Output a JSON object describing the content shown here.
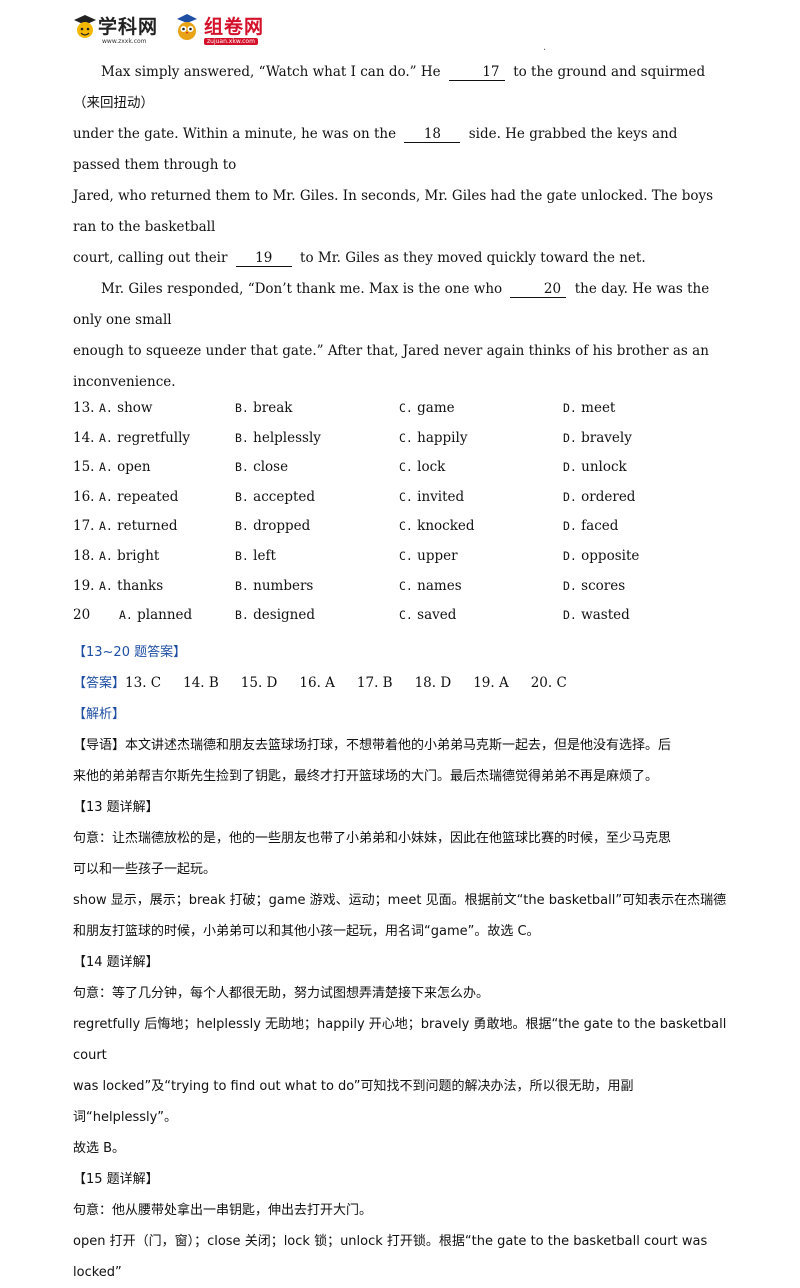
{
  "header": {
    "logo1_text": "学科网",
    "logo1_url": "www.zxxk.com",
    "logo2_text": "组卷网",
    "logo2_url": "zujuan.xkw.com",
    "mark": "."
  },
  "passage": {
    "p1_a": "Max simply answered, “Watch what I can do.” He",
    "blank17": "17",
    "p1_b": "to the ground and squirmed （来回扭动）",
    "p1_c": "under the gate. Within a minute, he was on the",
    "blank18": "18",
    "p1_d": "side. He grabbed the keys and passed them through to",
    "p1_e": "Jared, who returned them to Mr. Giles. In seconds, Mr. Giles had the gate unlocked. The boys ran to the basketball",
    "p1_f": "court, calling out their",
    "blank19": "19",
    "p1_g": "to Mr. Giles as they moved quickly toward the net.",
    "p2_a": "Mr. Giles responded, “Don’t thank me. Max is the one who",
    "blank20": "20",
    "p2_b": "the day. He was the only one small",
    "p2_c": "enough to squeeze under that gate.” After that, Jared never again thinks of his brother as an inconvenience."
  },
  "options": [
    {
      "num": "13.",
      "a_l": "A.",
      "a": "show",
      "b_l": "B.",
      "b": "break",
      "c_l": "C.",
      "c": "game",
      "d_l": "D.",
      "d": "meet"
    },
    {
      "num": "14.",
      "a_l": "A.",
      "a": "regretfully",
      "b_l": "B.",
      "b": "helplessly",
      "c_l": "C.",
      "c": "happily",
      "d_l": "D.",
      "d": "bravely"
    },
    {
      "num": "15.",
      "a_l": "A.",
      "a": "open",
      "b_l": "B.",
      "b": "close",
      "c_l": "C.",
      "c": "lock",
      "d_l": "D.",
      "d": "unlock"
    },
    {
      "num": "16.",
      "a_l": "A.",
      "a": "repeated",
      "b_l": "B.",
      "b": "accepted",
      "c_l": "C.",
      "c": "invited",
      "d_l": "D.",
      "d": "ordered"
    },
    {
      "num": "17.",
      "a_l": "A.",
      "a": "returned",
      "b_l": "B.",
      "b": "dropped",
      "c_l": "C.",
      "c": "knocked",
      "d_l": "D.",
      "d": "faced"
    },
    {
      "num": "18.",
      "a_l": "A.",
      "a": "bright",
      "b_l": "B.",
      "b": "left",
      "c_l": "C.",
      "c": "upper",
      "d_l": "D.",
      "d": "opposite"
    },
    {
      "num": "19.",
      "a_l": "A.",
      "a": "thanks",
      "b_l": "B.",
      "b": "numbers",
      "c_l": "C.",
      "c": "names",
      "d_l": "D.",
      "d": "scores"
    },
    {
      "num": "20",
      "a_l": "A.",
      "a": "planned",
      "b_l": "B.",
      "b": "designed",
      "c_l": "C.",
      "c": "saved",
      "d_l": "D.",
      "d": "wasted"
    }
  ],
  "answers": {
    "section_title": "【13~20 题答案】",
    "label": "【答案】",
    "items": [
      "13. C",
      "14. B",
      "15. D",
      "16. A",
      "17. B",
      "18. D",
      "19. A",
      "20. C"
    ]
  },
  "analysis": {
    "label": "【解析】",
    "guide_label": "【导语】",
    "guide_1": "本文讲述杰瑞德和朋友去篮球场打球，不想带着他的小弟弟马克斯一起去，但是他没有选择。后",
    "guide_2": "来他的弟弟帮吉尔斯先生捡到了钥匙，最终才打开篮球场的大门。最后杰瑞德觉得弟弟不再是麻烦了。",
    "q13_title": "【13 题详解】",
    "q13_1": "句意：让杰瑞德放松的是，他的一些朋友也带了小弟弟和小妹妹，因此在他篮球比赛的时候，至少马克思",
    "q13_2": "可以和一些孩子一起玩。",
    "q13_3": "show 显示，展示；break 打破；game 游戏、运动；meet 见面。根据前文“the basketball”可知表示在杰瑞德",
    "q13_4": "和朋友打篮球的时候，小弟弟可以和其他小孩一起玩，用名词“game”。故选 C。",
    "q14_title": "【14 题详解】",
    "q14_1": "句意：等了几分钟，每个人都很无助，努力试图想弄清楚接下来怎么办。",
    "q14_2": "regretfully 后悔地；helplessly 无助地；happily 开心地；bravely 勇敢地。根据“the gate to the basketball court",
    "q14_3": "was locked”及“trying to find out what to do”可知找不到问题的解决办法，所以很无助，用副词“helplessly”。",
    "q14_4": "故选 B。",
    "q15_title": "【15 题详解】",
    "q15_1": "句意：他从腰带处拿出一串钥匙，伸出去打开大门。",
    "q15_2": "open 打开（门，窗）；close 关闭；lock 锁；unlock 打开锁。根据“the gate to the basketball court was locked”"
  }
}
